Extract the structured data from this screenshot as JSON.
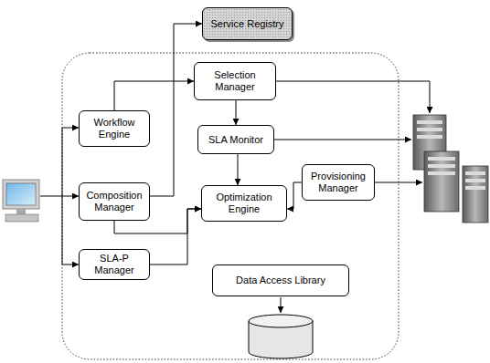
{
  "diagram": {
    "nodes": [
      {
        "text": [
          "Service Registry"
        ]
      },
      {
        "text": [
          "Selection Manager"
        ]
      },
      {
        "text": [
          "Workflow Engine"
        ]
      },
      {
        "text": [
          "SLA Monitor"
        ]
      },
      {
        "text": [
          "Composition Manager"
        ]
      },
      {
        "text": [
          "Provisioning Manager"
        ]
      },
      {
        "text": [
          "Optimization Engine"
        ]
      },
      {
        "text": [
          "SLA-P Manager"
        ]
      },
      {
        "text": [
          "Data Access Library"
        ]
      }
    ],
    "edges": [
      {
        "from": 2,
        "to": 1,
        "arrow": "to"
      },
      {
        "from": 4,
        "to": 0,
        "arrow": "to"
      },
      {
        "from": 1,
        "to": 3,
        "arrow": "to"
      },
      {
        "from": 3,
        "to": 6,
        "arrow": "to"
      },
      {
        "from": 4,
        "to": 6,
        "arrow": "to"
      },
      {
        "from": 7,
        "to": 6,
        "arrow": "to"
      },
      {
        "from": 5,
        "to": 6,
        "arrow": "to"
      }
    ]
  }
}
